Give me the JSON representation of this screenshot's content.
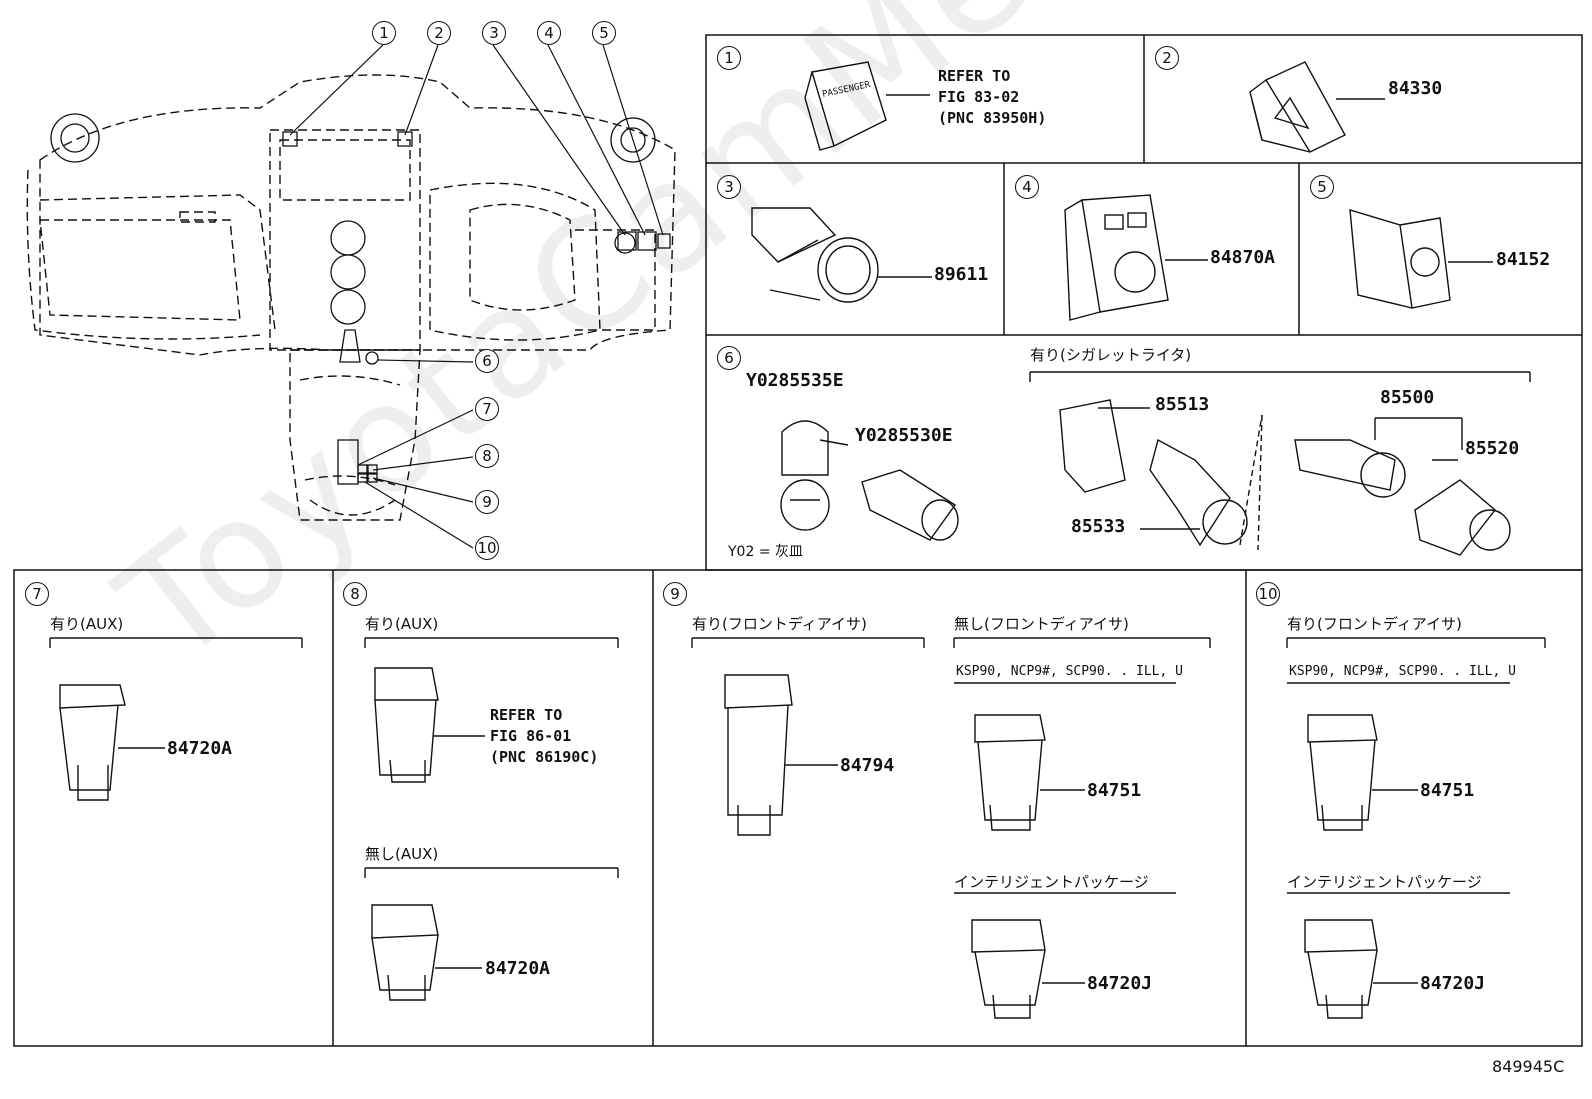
{
  "watermark": "ToyotaCamMe.ru",
  "diagram_id": "849945C",
  "overview_callouts": [
    "1",
    "2",
    "3",
    "4",
    "5",
    "6",
    "7",
    "8",
    "9",
    "10"
  ],
  "panels": {
    "p1": {
      "num": "1",
      "ref": "REFER TO\nFIG 83-02\n(PNC 83950H)",
      "switch_text": "PASSENGER"
    },
    "p2": {
      "num": "2",
      "part": "84330"
    },
    "p3": {
      "num": "3",
      "part": "89611"
    },
    "p4": {
      "num": "4",
      "part": "84870A"
    },
    "p5": {
      "num": "5",
      "part": "84152"
    },
    "p6": {
      "num": "6",
      "code1": "Y0285535E",
      "code2": "Y0285530E",
      "group": "有り(シガレットライタ)",
      "part_a": "85513",
      "part_b": "85533",
      "part_c": "85500",
      "part_d": "85520",
      "note": "Y02 = 灰皿"
    },
    "p7": {
      "num": "7",
      "header": "有り(AUX)",
      "part": "84720A"
    },
    "p8": {
      "num": "8",
      "header1": "有り(AUX)",
      "ref": "REFER TO\nFIG 86-01\n(PNC 86190C)",
      "header2": "無し(AUX)",
      "part": "84720A"
    },
    "p9": {
      "num": "9",
      "header1": "有り(フロントディアイサ)",
      "part1": "84794",
      "header2": "無し(フロントディアイサ)",
      "model": "KSP90, NCP9#, SCP90. . ILL, U",
      "part2": "84751",
      "header3": "インテリジェントパッケージ",
      "part3": "84720J"
    },
    "p10": {
      "num": "10",
      "header1": "有り(フロントディアイサ)",
      "model": "KSP90, NCP9#, SCP90. . ILL, U",
      "part1": "84751",
      "header2": "インテリジェントパッケージ",
      "part2": "84720J"
    }
  }
}
